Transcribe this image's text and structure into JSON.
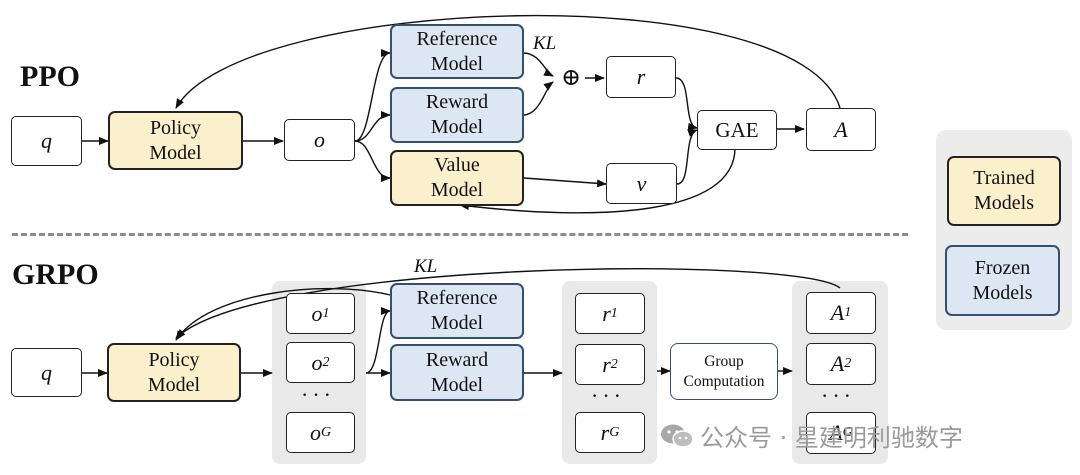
{
  "ppo": {
    "title": "PPO",
    "q": "q",
    "policy": "Policy\nModel",
    "o": "o",
    "reference": "Reference\nModel",
    "reward": "Reward\nModel",
    "value": "Value\nModel",
    "kl": "KL",
    "oplus": "⊕",
    "r": "r",
    "v": "v",
    "gae": "GAE",
    "a": "A"
  },
  "grpo": {
    "title": "GRPO",
    "q": "q",
    "policy": "Policy\nModel",
    "kl": "KL",
    "o_base": "o",
    "o_subs": [
      "1",
      "2",
      "G"
    ],
    "reference": "Reference\nModel",
    "reward": "Reward\nModel",
    "r_base": "r",
    "r_subs": [
      "1",
      "2",
      "G"
    ],
    "group": "Group\nComputation",
    "a_base": "A",
    "a_subs": [
      "1",
      "2",
      "G"
    ],
    "dots": "···"
  },
  "legend": {
    "trained": "Trained\nModels",
    "frozen": "Frozen\nModels"
  },
  "watermark": "公众号 · 星建明利驰数字",
  "colors": {
    "trained_fill": "#fbf0cc",
    "frozen_fill": "#dde7f4",
    "panel": "#e9e9e9",
    "divider": "#8c8c8c"
  }
}
